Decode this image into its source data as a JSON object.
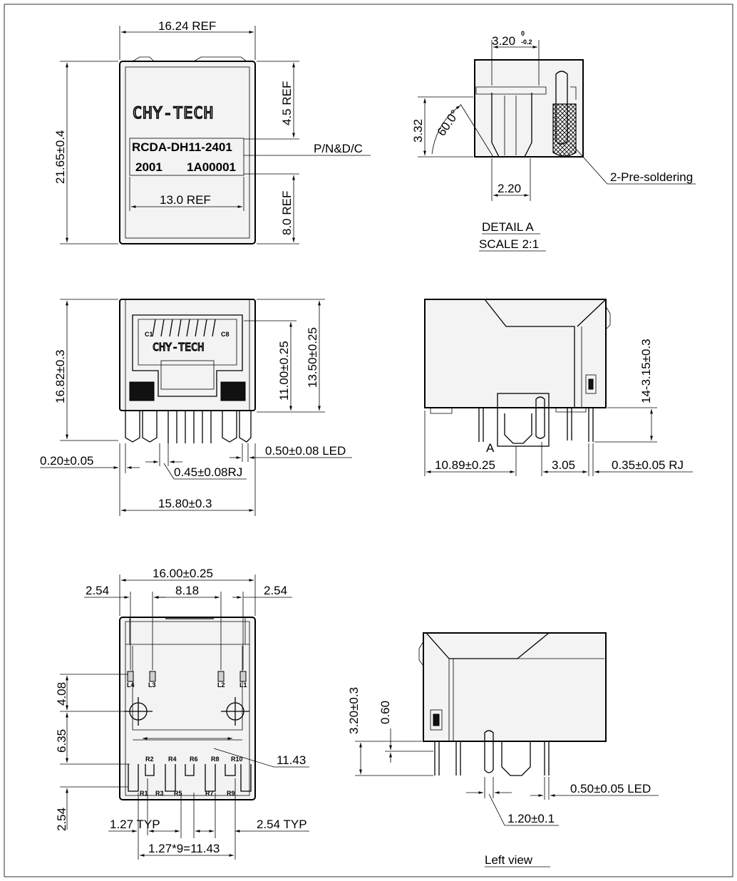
{
  "brand": "CHY-TECH",
  "label": {
    "part_number": "RCDA-DH11-2401",
    "date_code": "2001",
    "lot": "1A00001"
  },
  "front_top": {
    "width_ref": "16.24 REF",
    "height": "21.65±0.4",
    "dim_45": "4.5 REF",
    "dim_80": "8.0 REF",
    "label_width": "13.0 REF",
    "callout": "P/N&D/C"
  },
  "detail": {
    "top_dim": "3.20",
    "tol_upper": "0",
    "tol_lower": "-0.2",
    "height": "3.32",
    "angle": "60.0°",
    "bottom_dim": "2.20",
    "callout": "2-Pre-soldering",
    "title": "DETAIL A",
    "scale": "SCALE 2:1"
  },
  "front": {
    "c1": "C1",
    "c8": "C8",
    "height_total": "16.82±0.3",
    "dim_11": "11.00±0.25",
    "dim_135": "13.50±0.25",
    "dim_020": "0.20±0.05",
    "dim_045": "0.45±0.08RJ",
    "dim_050": "0.50±0.08 LED",
    "width": "15.80±0.3"
  },
  "side": {
    "dim_14": "14-3.15±0.3",
    "detail_ref": "A",
    "dim_1089": "10.89±0.25",
    "dim_305": "3.05",
    "dim_035": "0.35±0.05 RJ"
  },
  "bottom": {
    "width": "16.00±0.25",
    "left_254": "2.54",
    "mid_818": "8.18",
    "right_254": "2.54",
    "dim_408": "4.08",
    "dim_635": "6.35",
    "dim_1143": "11.43",
    "dim_254v": "2.54",
    "typ_127": "1.27 TYP",
    "typ_254": "2.54 TYP",
    "pitch": "1.27*9=11.43",
    "leds": [
      "L4",
      "L3",
      "L2",
      "L1"
    ],
    "pins_top": [
      "R2",
      "R4",
      "R6",
      "R8",
      "R10"
    ],
    "pins_bottom": [
      "R1",
      "R3",
      "R5",
      "R7",
      "R9"
    ]
  },
  "left": {
    "dim_320": "3.20±0.3",
    "dim_060": "0.60",
    "dim_050": "0.50±0.05 LED",
    "dim_120": "1.20±0.1",
    "title": "Left view"
  }
}
